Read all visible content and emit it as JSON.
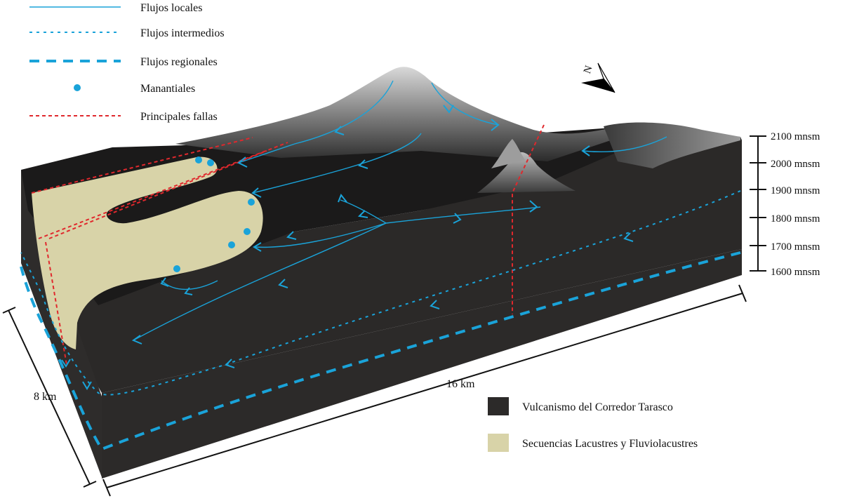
{
  "legend_top": [
    {
      "label": "Flujos locales",
      "style": "solid"
    },
    {
      "label": "Flujos intermedios",
      "style": "dotted"
    },
    {
      "label": "Flujos regionales",
      "style": "dashed"
    },
    {
      "label": "Manantiales",
      "style": "dot"
    },
    {
      "label": "Principales fallas",
      "style": "fault"
    }
  ],
  "legend_bottom": [
    {
      "label": "Vulcanismo del Corredor Tarasco",
      "color": "#2c2a29"
    },
    {
      "label": "Secuencias Lacustres y  Fluviolacustres",
      "color": "#d8d3a8"
    }
  ],
  "elevation_scale": [
    "2100 mnsm",
    "2000 mnsm",
    "1900 mnsm",
    "1800 mnsm",
    "1700 mnsm",
    "1600 mnsm"
  ],
  "dimensions": {
    "length": "16 km",
    "width": "8 km"
  },
  "north_label": "N",
  "colors": {
    "flow": "#1aa3d9",
    "fault": "#e0282d",
    "block": "#2c2a29",
    "lacustrine": "#d8d3a8"
  }
}
